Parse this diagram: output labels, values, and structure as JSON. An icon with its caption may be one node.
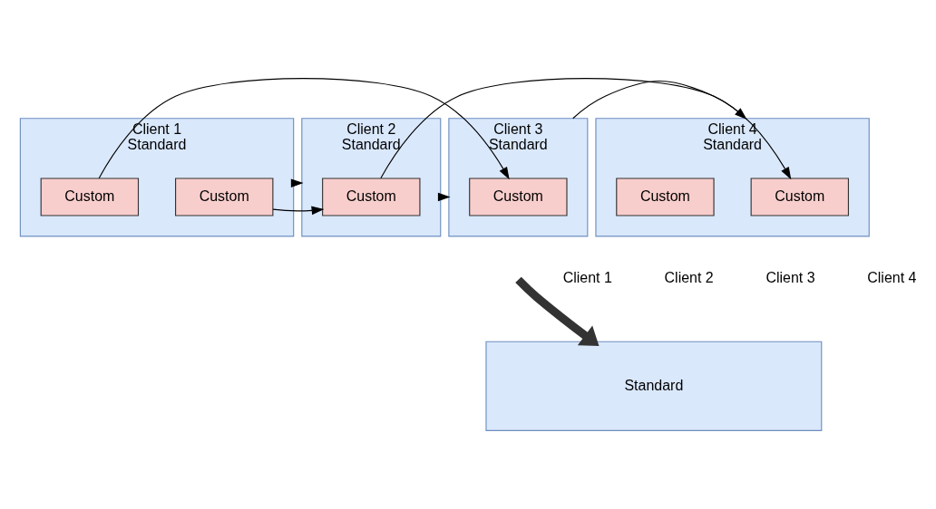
{
  "diagram": {
    "nodes": [
      {
        "text": [
          "Client 1",
          "Standard"
        ]
      },
      {
        "text": [
          "Custom"
        ],
        "in": 0
      },
      {
        "text": [
          "Custom"
        ],
        "in": 0
      },
      {
        "text": [
          "Client 2",
          "Standard"
        ]
      },
      {
        "text": [
          "Custom"
        ],
        "in": 3
      },
      {
        "text": [
          "Client 3",
          "Standard"
        ]
      },
      {
        "text": [
          "Custom"
        ],
        "in": 5
      },
      {
        "text": [
          "Client 4",
          "Standard"
        ]
      },
      {
        "text": [
          "Custom"
        ],
        "in": 7
      },
      {
        "text": [
          "Custom"
        ],
        "in": 7
      },
      {
        "text": [
          "Standard"
        ]
      }
    ],
    "edges": [
      {
        "from": 1,
        "to": 4,
        "arrow": "to"
      },
      {
        "from": 0,
        "to": 3,
        "arrow": "to"
      },
      {
        "from": 2,
        "to": 6,
        "arrow": "to"
      },
      {
        "from": 4,
        "to": 8,
        "arrow": "to"
      },
      {
        "from": 3,
        "to": 5,
        "arrow": "to"
      },
      {
        "from": 5,
        "to": 7,
        "arrow": "to"
      },
      {
        "from": null,
        "to": 10,
        "arrow": "to",
        "style": "thick",
        "color": "#333333"
      }
    ],
    "labels": [
      "Client 1",
      "Client 2",
      "Client 3",
      "Client 4"
    ]
  }
}
